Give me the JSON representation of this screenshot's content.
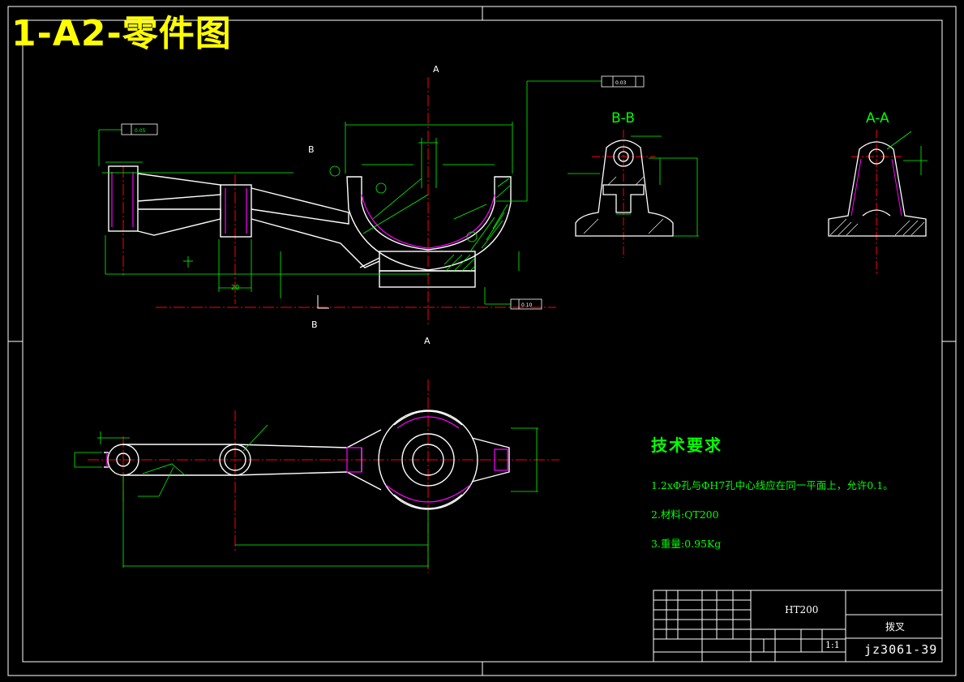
{
  "sheet": {
    "title": "1-A2-零件图"
  },
  "views": {
    "section_bb_label": "B-B",
    "section_aa_label": "A-A",
    "cut_letter_a": "A",
    "cut_letter_b": "B",
    "dim_20": "20",
    "dim_tol_a": "0.05",
    "dim_tol_b": "0.03",
    "dim_tol_c": "0.10"
  },
  "tech_requirements": {
    "title": "技术要求",
    "items": [
      "1.2xΦ孔与ΦH7孔中心线应在同一平面上，允许0.1。",
      "2.材料:QT200",
      "3.重量:0.95Kg"
    ]
  },
  "title_block": {
    "material": "HT200",
    "part_name": "拨叉",
    "scale": "1:1",
    "drawing_code": "jz3061-39"
  },
  "colors": {
    "background": "#000000",
    "outline": "#ffffff",
    "dimension": "#00ff00",
    "centerline": "#ff0000",
    "hidden_edge": "#ff00ff",
    "title_text": "#ffff00"
  }
}
